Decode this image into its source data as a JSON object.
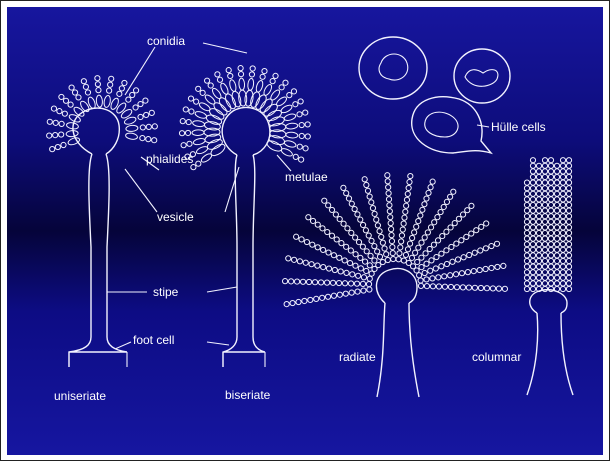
{
  "labels": {
    "conidia": "conidia",
    "phialides": "phialides",
    "vesicle": "vesicle",
    "stipe": "stipe",
    "foot_cell": "foot cell",
    "uniseriate": "uniseriate",
    "biseriate": "biseriate",
    "metulae": "metulae",
    "hulle_cells": "Hülle cells",
    "radiate": "radiate",
    "columnar": "columnar"
  },
  "colors": {
    "background_top": "#17169e",
    "background_mid": "#05043a",
    "line": "#f2f2ff",
    "text": "#ffffff"
  }
}
